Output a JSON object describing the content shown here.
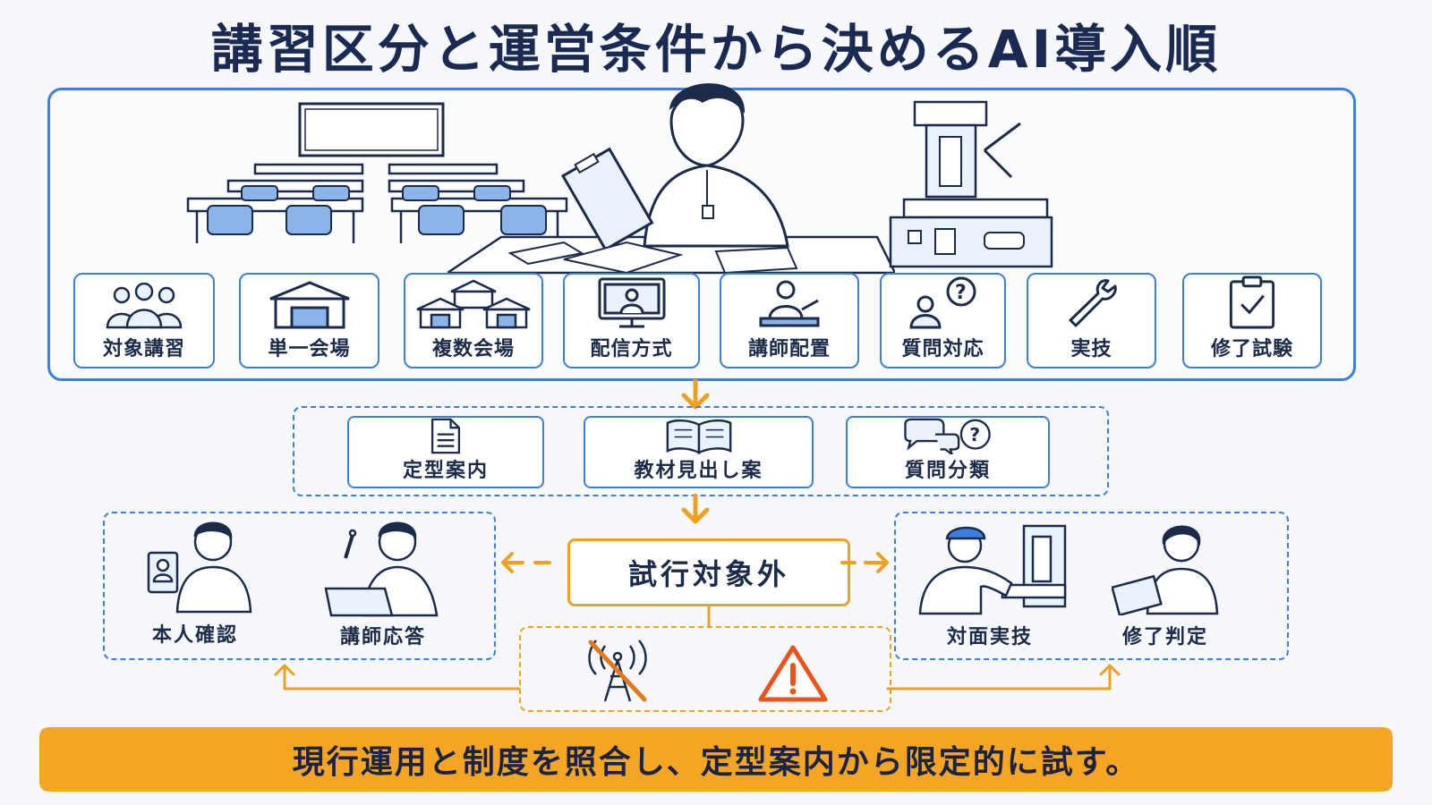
{
  "title": "講習区分と運営条件から決めるAI導入順",
  "top_panel": {
    "cards": [
      {
        "label": "対象講習",
        "icon": "group-icon"
      },
      {
        "label": "単一会場",
        "icon": "building-icon"
      },
      {
        "label": "複数会場",
        "icon": "multi-building-icon"
      },
      {
        "label": "配信方式",
        "icon": "monitor-icon"
      },
      {
        "label": "講師配置",
        "icon": "lecturer-icon"
      },
      {
        "label": "質問対応",
        "icon": "question-person-icon"
      },
      {
        "label": "実技",
        "icon": "wrench-icon"
      },
      {
        "label": "修了試験",
        "icon": "clipboard-check-icon"
      }
    ]
  },
  "pilot_items": [
    {
      "label": "定型案内",
      "icon": "document-icon"
    },
    {
      "label": "教材見出し案",
      "icon": "book-icon"
    },
    {
      "label": "質問分類",
      "icon": "chat-question-icon"
    }
  ],
  "excluded_label": "試行対象外",
  "left_group": [
    {
      "label": "本人確認",
      "icon": "id-card-person-icon"
    },
    {
      "label": "講師応答",
      "icon": "teacher-laptop-icon"
    }
  ],
  "right_group": [
    {
      "label": "対面実技",
      "icon": "machine-operator-icon"
    },
    {
      "label": "修了判定",
      "icon": "evaluator-icon"
    }
  ],
  "bottom_icons": [
    "no-signal-tower-icon",
    "warning-icon"
  ],
  "banner": "現行運用と制度を照合し、定型案内から限定的に試す。",
  "colors": {
    "blue": "#3d7fe0",
    "orange": "#f0a020",
    "banner": "#f5a524",
    "navy": "#1b2a52"
  }
}
